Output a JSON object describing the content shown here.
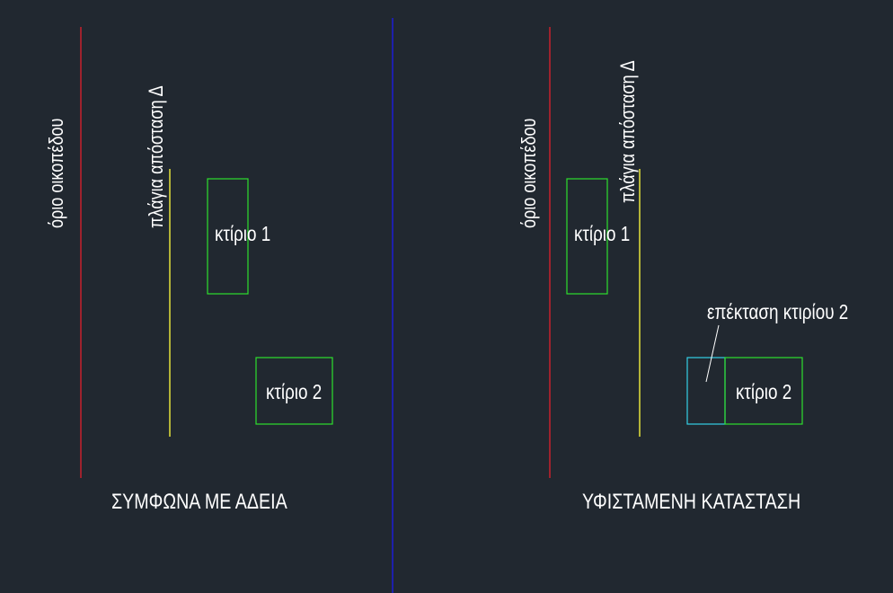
{
  "colors": {
    "background": "#212830",
    "boundary_line": "#c8202c",
    "setback_line": "#e6e33a",
    "building_outline": "#2ee02e",
    "extension_outline": "#33d0e6",
    "divider_line": "#1c1cd6",
    "text": "#ffffff"
  },
  "left_panel": {
    "boundary_label": "όριο οικοπέδου",
    "setback_label": "πλάγια απόσταση Δ",
    "building1_label": "κτίριο 1",
    "building2_label": "κτίριο 2",
    "caption": "ΣΥΜΦΩΝΑ ΜΕ ΑΔΕΙΑ"
  },
  "right_panel": {
    "boundary_label": "όριο οικοπέδου",
    "setback_label": "πλάγια απόσταση Δ",
    "building1_label": "κτίριο 1",
    "building2_label": "κτίριο 2",
    "extension_label": "επέκταση κτιρίου 2",
    "caption": "ΥΦΙΣΤΑΜΕΝΗ ΚΑΤΑΣΤΑΣΗ"
  }
}
